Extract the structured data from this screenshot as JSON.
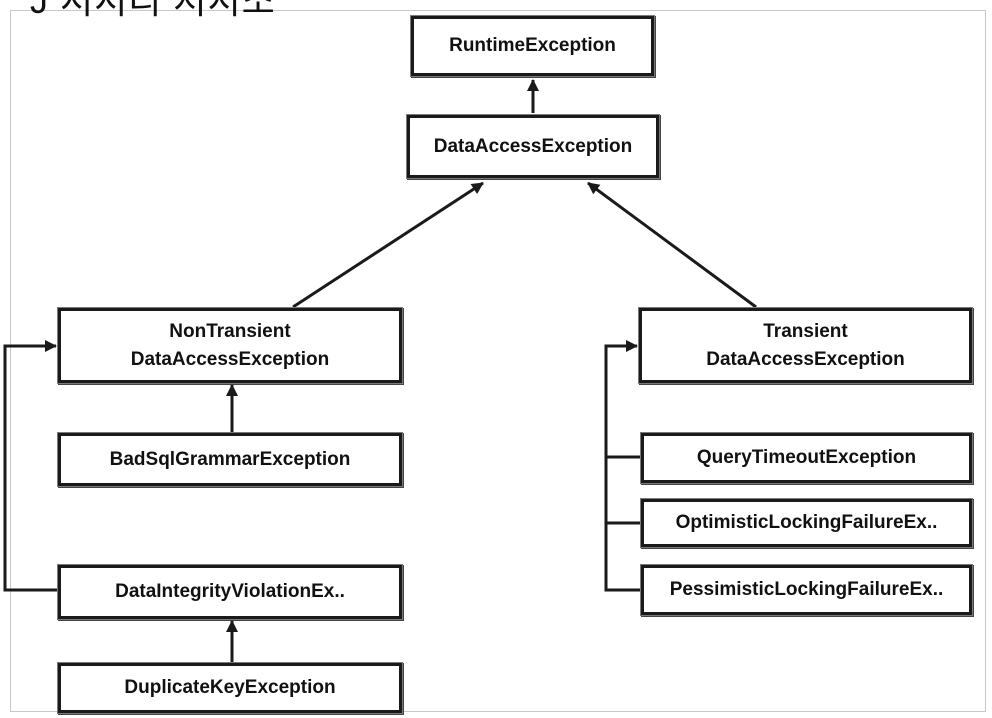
{
  "header_fragment": "Ĵ 서서리 저서소",
  "nodes": {
    "runtime": {
      "label": "RuntimeException"
    },
    "data_access": {
      "label": "DataAccessException"
    },
    "non_transient": {
      "line1": "NonTransient",
      "line2": "DataAccessException"
    },
    "transient": {
      "line1": "Transient",
      "line2": "DataAccessException"
    },
    "bad_sql": {
      "label": "BadSqlGrammarException"
    },
    "data_integrity": {
      "label": "DataIntegrityViolationEx.."
    },
    "duplicate_key": {
      "label": "DuplicateKeyException"
    },
    "query_timeout": {
      "label": "QueryTimeoutException"
    },
    "optimistic": {
      "label": "OptimisticLockingFailureEx.."
    },
    "pessimistic": {
      "label": "PessimisticLockingFailureEx.."
    }
  },
  "colors": {
    "stroke": "#1a1a1a",
    "background": "#ffffff"
  }
}
